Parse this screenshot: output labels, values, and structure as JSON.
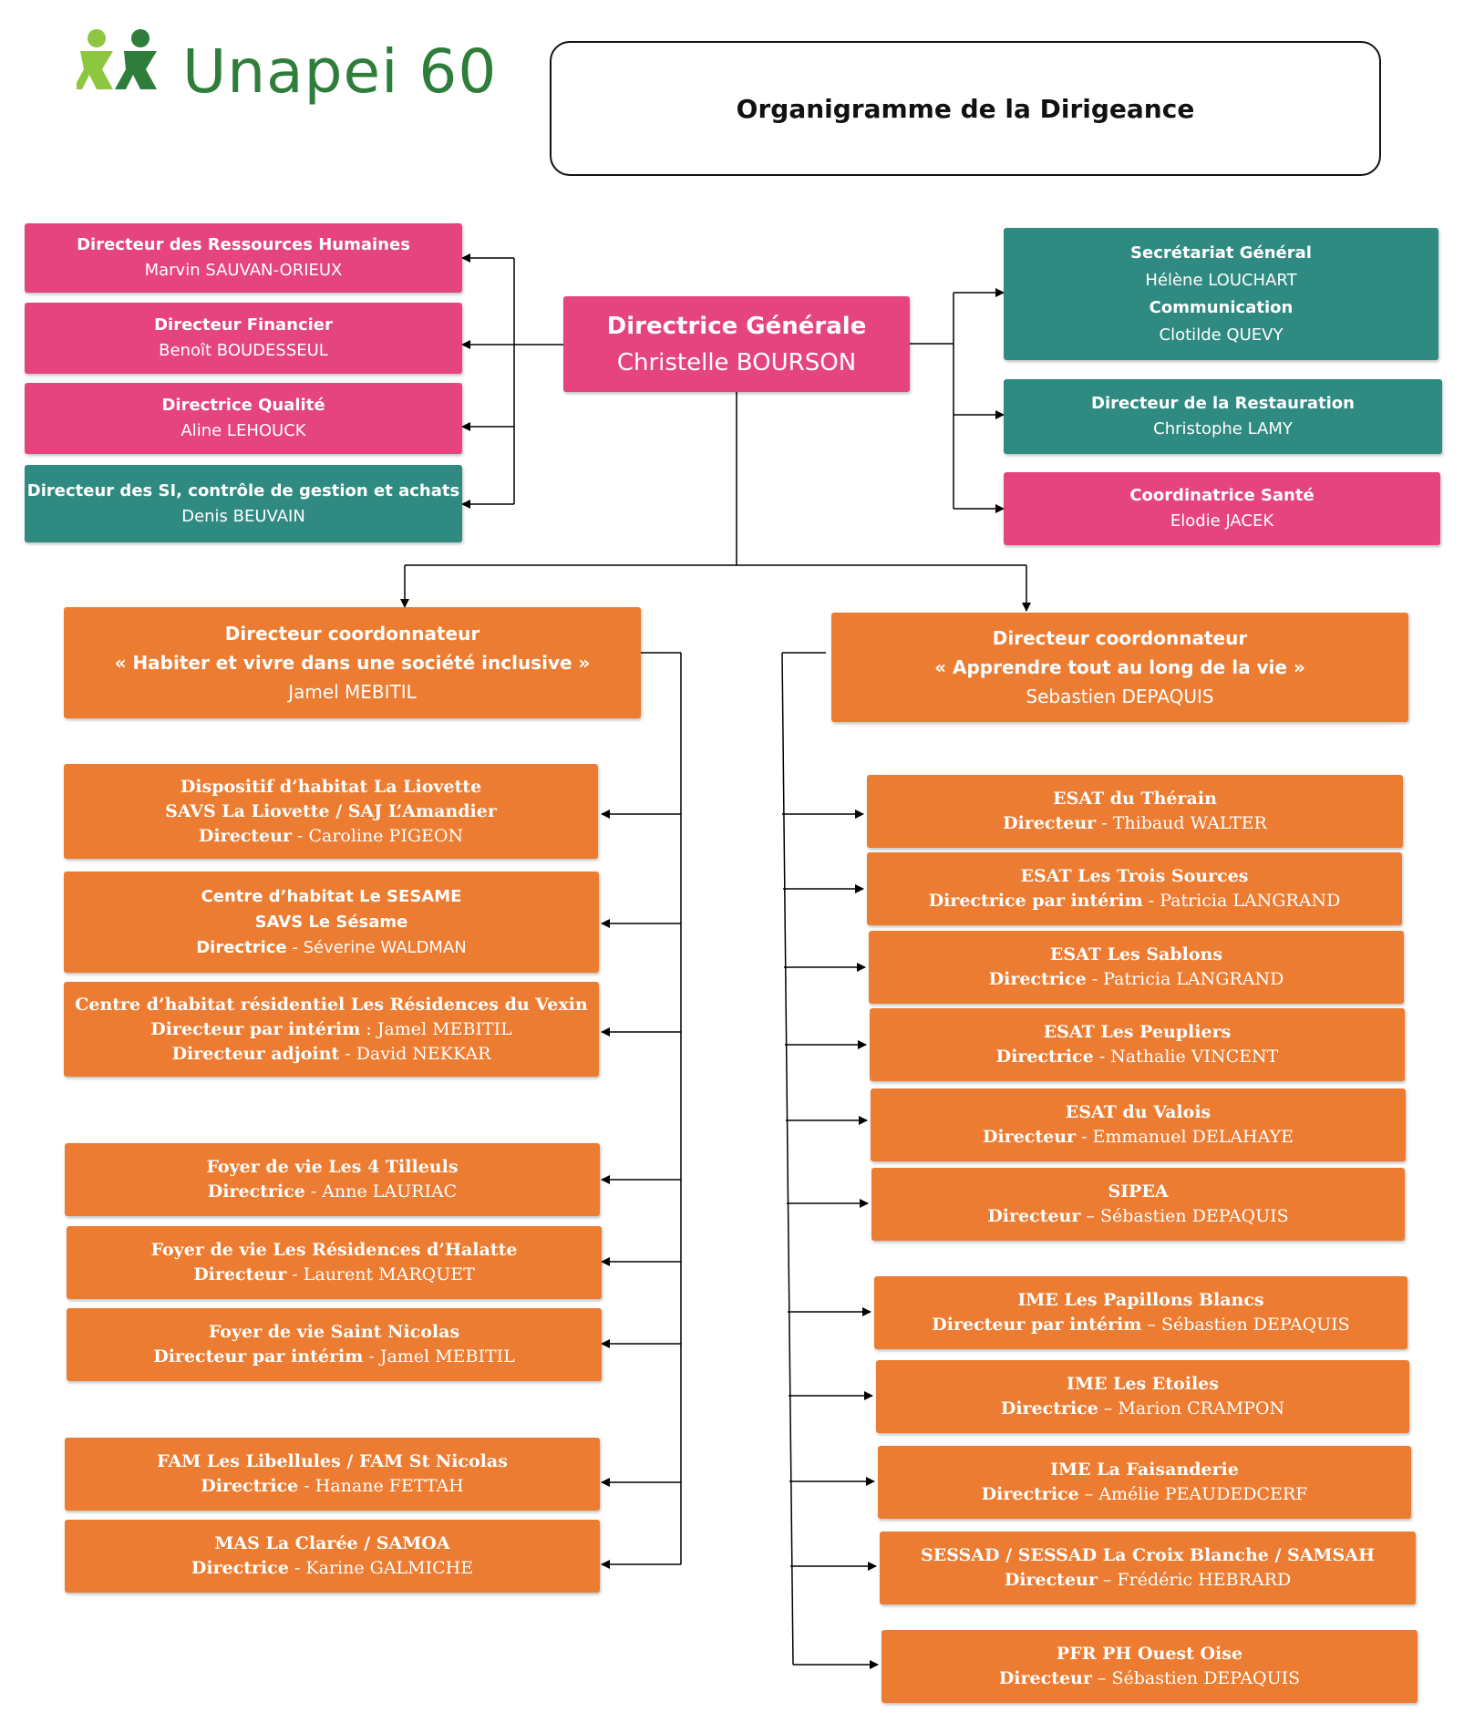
{
  "header": {
    "logo_text": "Unapei 60",
    "title": "Organigramme de la Dirigeance"
  },
  "colors": {
    "pink": "#e5447e",
    "teal": "#2f8a82",
    "orange": "#ec7c31",
    "logo_green": "#2e7d3a",
    "logo_light": "#8dc63f"
  },
  "director_general": {
    "title": "Directrice Générale",
    "name": "Christelle BOURSON"
  },
  "left_staff": [
    {
      "title": "Directeur des Ressources Humaines",
      "name": "Marvin SAUVAN-ORIEUX"
    },
    {
      "title": "Directeur Financier",
      "name": "Benoît BOUDESSEUL"
    },
    {
      "title": "Directrice Qualité",
      "name": "Aline LEHOUCK"
    },
    {
      "title": "Directeur des SI, contrôle de gestion et achats",
      "name": "Denis BEUVAIN"
    }
  ],
  "right_staff": [
    {
      "title": "Secrétariat Général",
      "name": "Hélène LOUCHART",
      "title2": "Communication",
      "name2": "Clotilde QUEVY"
    },
    {
      "title": "Directeur de la Restauration",
      "name": "Christophe LAMY"
    },
    {
      "title": "Coordinatrice Santé",
      "name": "Elodie JACEK"
    }
  ],
  "coord_left": {
    "line1": "Directeur coordonnateur",
    "line2": "« Habiter et vivre dans une société inclusive »",
    "line3": "Jamel MEBITIL"
  },
  "coord_right": {
    "line1": "Directeur coordonnateur",
    "line2": "« Apprendre tout au long de la vie »",
    "line3": "Sebastien DEPAQUIS"
  },
  "left_units": [
    {
      "l1": "Dispositif d’habitat La Liovette",
      "l2": "SAVS La Liovette / SAJ L’Amandier",
      "role": "Directeur",
      "person": " - Caroline  PIGEON"
    },
    {
      "l1": "Centre d’habitat Le SESAME",
      "l2": "SAVS Le Sésame",
      "role": "Directrice",
      "person": " - Séverine WALDMAN"
    },
    {
      "l1": "Centre d’habitat résidentiel Les Résidences du Vexin",
      "role": "Directeur par intérim",
      "person": " : Jamel MEBITIL",
      "role2": "Directeur adjoint",
      "person2": " - David NEKKAR"
    },
    {
      "l1": "Foyer de vie Les 4 Tilleuls",
      "role": "Directrice",
      "person": " - Anne LAURIAC"
    },
    {
      "l1": "Foyer de vie Les Résidences d’Halatte",
      "role": "Directeur",
      "person": " - Laurent MARQUET"
    },
    {
      "l1": "Foyer de vie Saint Nicolas",
      "role": "Directeur par intérim",
      "person": " - Jamel MEBITIL"
    },
    {
      "l1": "FAM Les Libellules / FAM St Nicolas",
      "role": "Directrice",
      "person": " - Hanane FETTAH"
    },
    {
      "l1": "MAS La Clarée / SAMOA",
      "role": "Directrice",
      "person": " - Karine GALMICHE"
    }
  ],
  "right_units": [
    {
      "l1": "ESAT du Thérain",
      "role": "Directeur",
      "person": " - Thibaud WALTER"
    },
    {
      "l1": "ESAT Les Trois Sources",
      "role": "Directrice par intérim",
      "person": " - Patricia LANGRAND"
    },
    {
      "l1": "ESAT Les Sablons",
      "role": "Directrice",
      "person": " - Patricia LANGRAND"
    },
    {
      "l1": "ESAT Les Peupliers",
      "role": "Directrice",
      "person": " - Nathalie VINCENT"
    },
    {
      "l1": "ESAT du Valois",
      "role": "Directeur",
      "person": " - Emmanuel DELAHAYE"
    },
    {
      "l1": "SIPEA",
      "role": "Directeur",
      "person": " – Sébastien DEPAQUIS"
    },
    {
      "l1": "IME Les Papillons Blancs",
      "role": "Directeur par intérim",
      "person": " – Sébastien DEPAQUIS"
    },
    {
      "l1": "IME Les Etoiles",
      "role": "Directrice",
      "person": " – Marion CRAMPON"
    },
    {
      "l1": "IME La Faisanderie",
      "role": "Directrice",
      "person": " – Amélie PEAUDEDCERF"
    },
    {
      "l1": "SESSAD / SESSAD La Croix Blanche / SAMSAH",
      "role": "Directeur",
      "person": " – Frédéric HEBRARD"
    },
    {
      "l1": "PFR PH Ouest Oise",
      "role": "Directeur",
      "person": " – Sébastien DEPAQUIS"
    }
  ]
}
